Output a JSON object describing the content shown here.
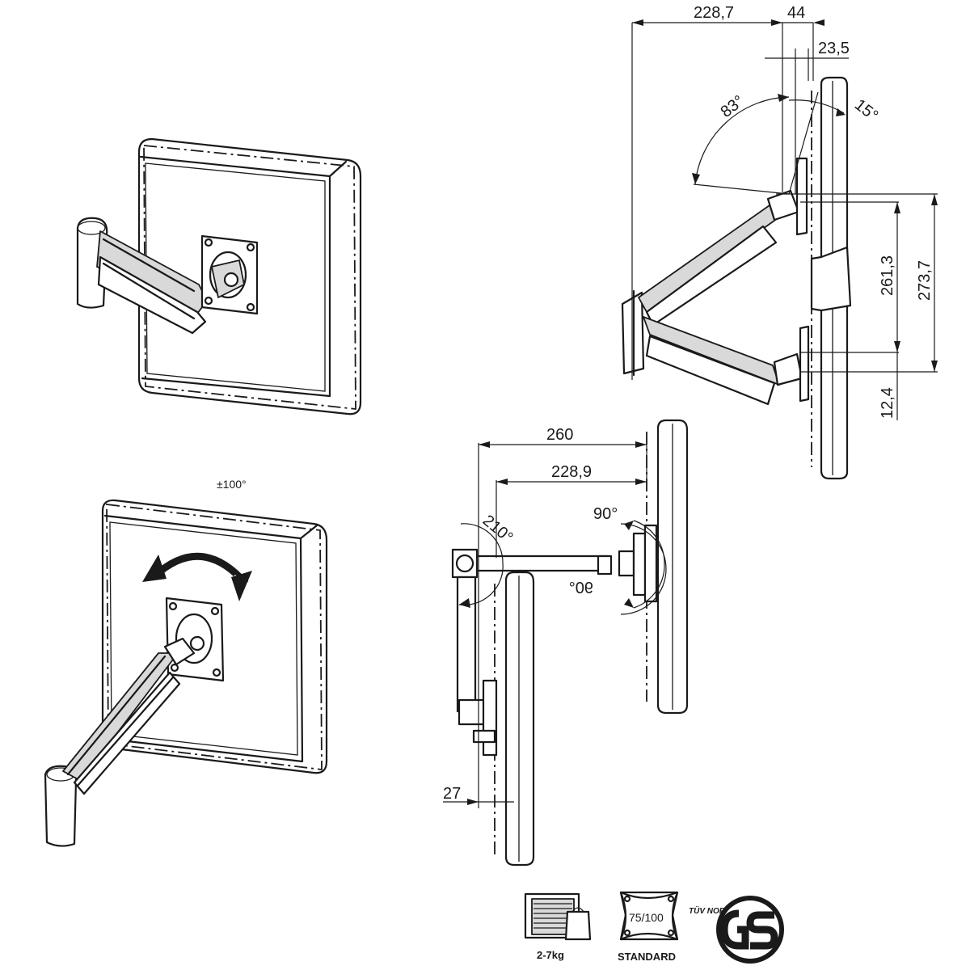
{
  "dimensions": {
    "top_width_total": "228,7",
    "top_offset": "44",
    "top_depth": "23,5",
    "tilt_up": "83°",
    "tilt_down": "15°",
    "height_span": "261,3",
    "height_total": "273,7",
    "bottom_offset": "12,4",
    "reach_total": "260",
    "reach_arm": "228,9",
    "swivel_base": "210°",
    "swivel_head_up": "90°",
    "swivel_head_down": "90°",
    "wall_gap": "27",
    "rotation": "±100°"
  },
  "badges": {
    "weight": "2-7kg",
    "vesa_size": "75/100",
    "vesa_label": "STANDARD",
    "cert_brand": "TÜV NORD",
    "cert_mark": "GS"
  }
}
